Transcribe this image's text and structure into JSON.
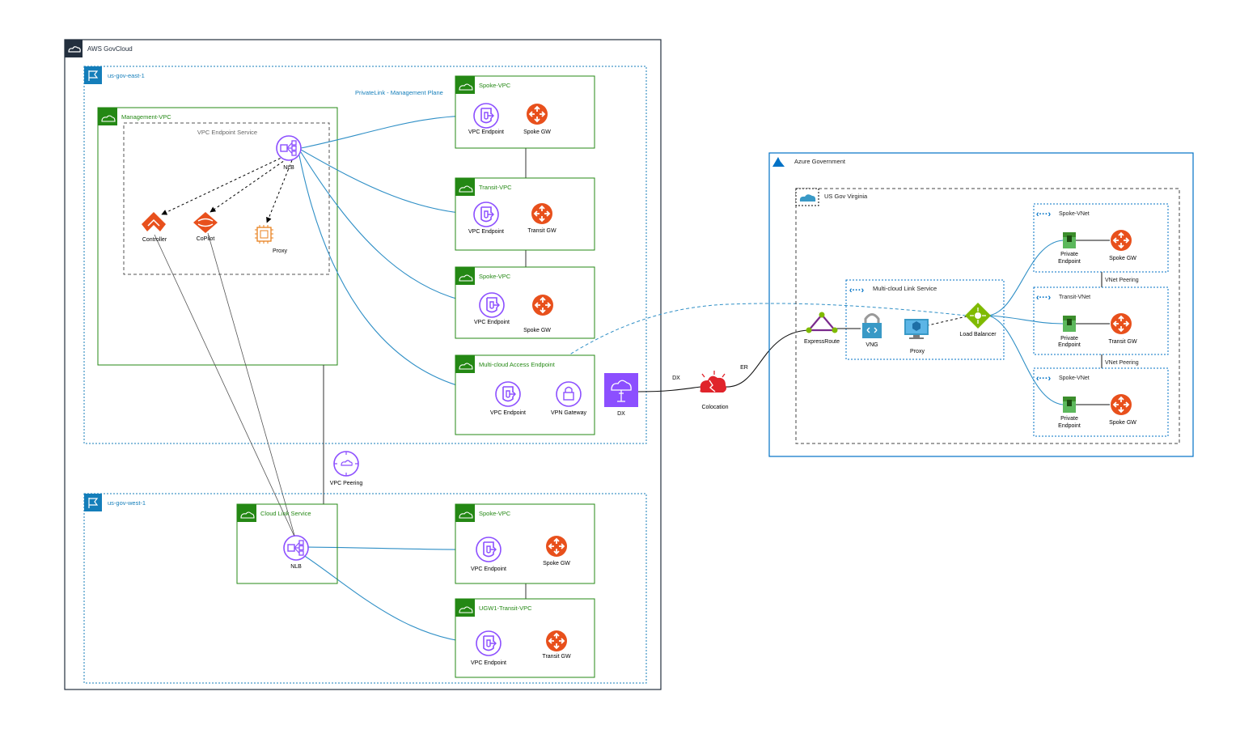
{
  "aws": {
    "title": "AWS GovCloud",
    "east_region": "us-gov-east-1",
    "west_region": "us-gov-west-1",
    "privatelink_label": "PrivateLink - Management Plane",
    "management_vpc": "Management-VPC",
    "endpoint_service": "VPC Endpoint Service",
    "nlb": "NLB",
    "controller": "Controller",
    "copilot": "CoPilot",
    "proxy": "Proxy",
    "spoke_vpc": "Spoke-VPC",
    "transit_vpc": "Transit-VPC",
    "vpc_endpoint": "VPC Endpoint",
    "spoke_gw": "Spoke GW",
    "transit_gw": "Transit GW",
    "mc_access_endpoint": "Multi-cloud Access Endpoint",
    "vpn_gateway": "VPN Gateway",
    "dx": "DX",
    "vpc_peering": "VPC Peering",
    "cloud_link_service": "Cloud Link Service",
    "ugw_transit_vpc": "UGW1-Transit-VPC"
  },
  "links": {
    "dx_label": "DX",
    "er_label": "ER",
    "colocation": "Colocation"
  },
  "azure": {
    "title": "Azure Government",
    "region": "US Gov Virginia",
    "mc_link_service": "Multi-cloud Link Service",
    "expressroute": "ExpressRoute",
    "vng": "VNG",
    "proxy": "Proxy",
    "load_balancer": "Load Balancer",
    "spoke_vnet": "Spoke-VNet",
    "transit_vnet": "Transit-VNet",
    "private_endpoint_1": "Private",
    "private_endpoint_2": "Endpoint",
    "spoke_gw": "Spoke GW",
    "transit_gw": "Transit GW",
    "vnet_peering": "VNet Peering"
  },
  "colors": {
    "aws_dark": "#232f3e",
    "region_blue": "#147eba",
    "vpc_green": "#248814",
    "purple": "#8c4fff",
    "orange": "#e25a1c",
    "link_blue": "#2f8fc6",
    "azure_blue": "#0072c6"
  }
}
